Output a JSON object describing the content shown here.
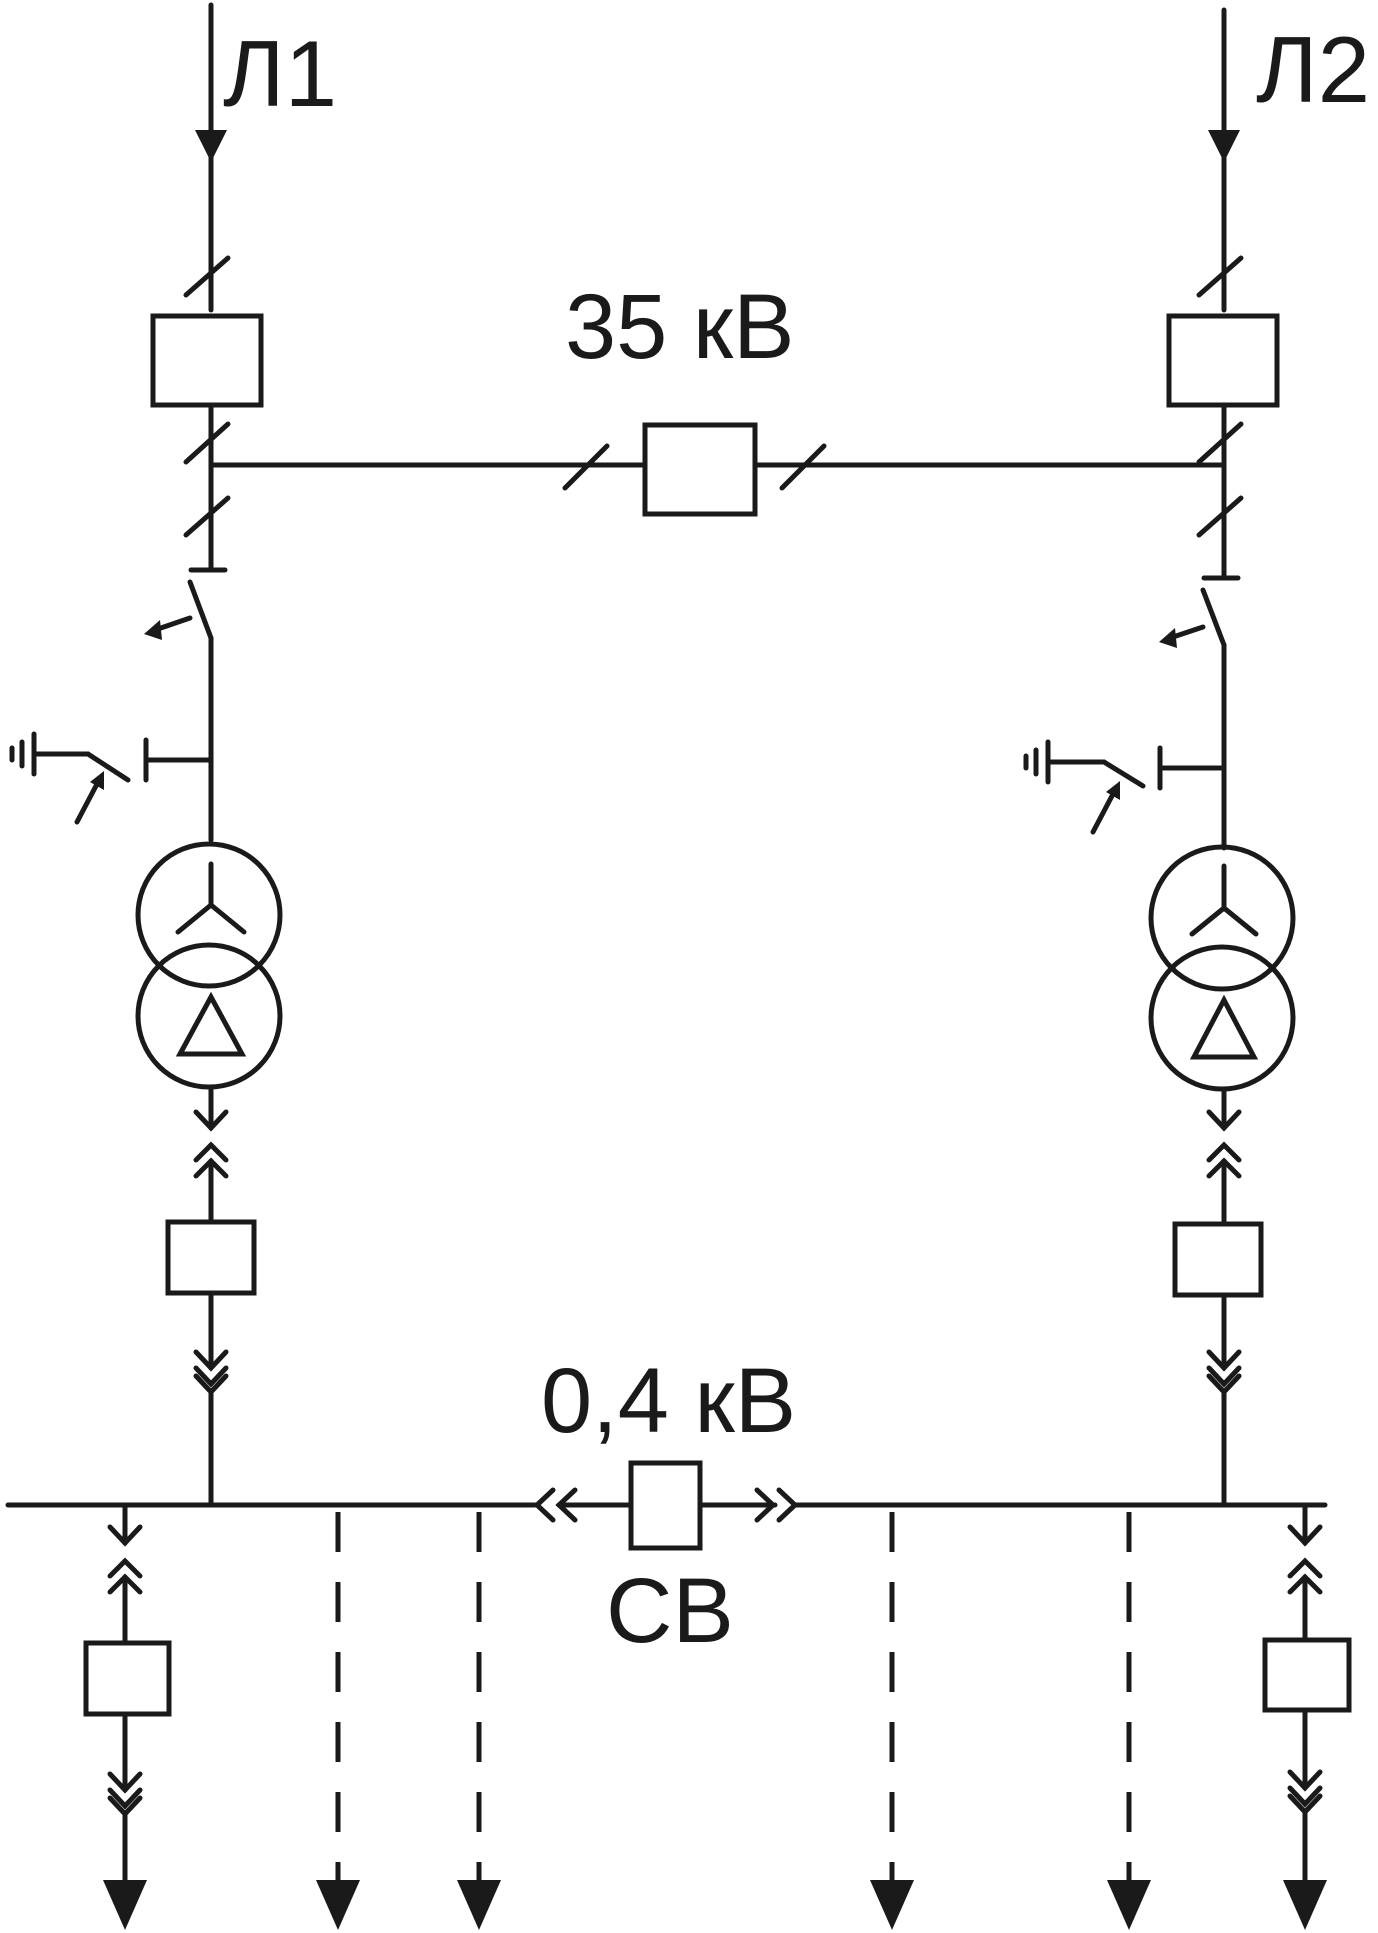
{
  "labels": {
    "line_left": "Л1",
    "line_right": "Л2",
    "hv_voltage": "35 кВ",
    "lv_voltage": "0,4 кВ",
    "section_breaker": "СВ"
  },
  "colors": {
    "stroke": "#1a1a1a",
    "background": "#ffffff"
  },
  "outgoing_feeders": [
    {
      "kind": "breaker",
      "side": "left"
    },
    {
      "kind": "dashed",
      "side": "left"
    },
    {
      "kind": "dashed",
      "side": "left"
    },
    {
      "kind": "dashed",
      "side": "right"
    },
    {
      "kind": "dashed",
      "side": "right"
    },
    {
      "kind": "breaker",
      "side": "right"
    }
  ]
}
